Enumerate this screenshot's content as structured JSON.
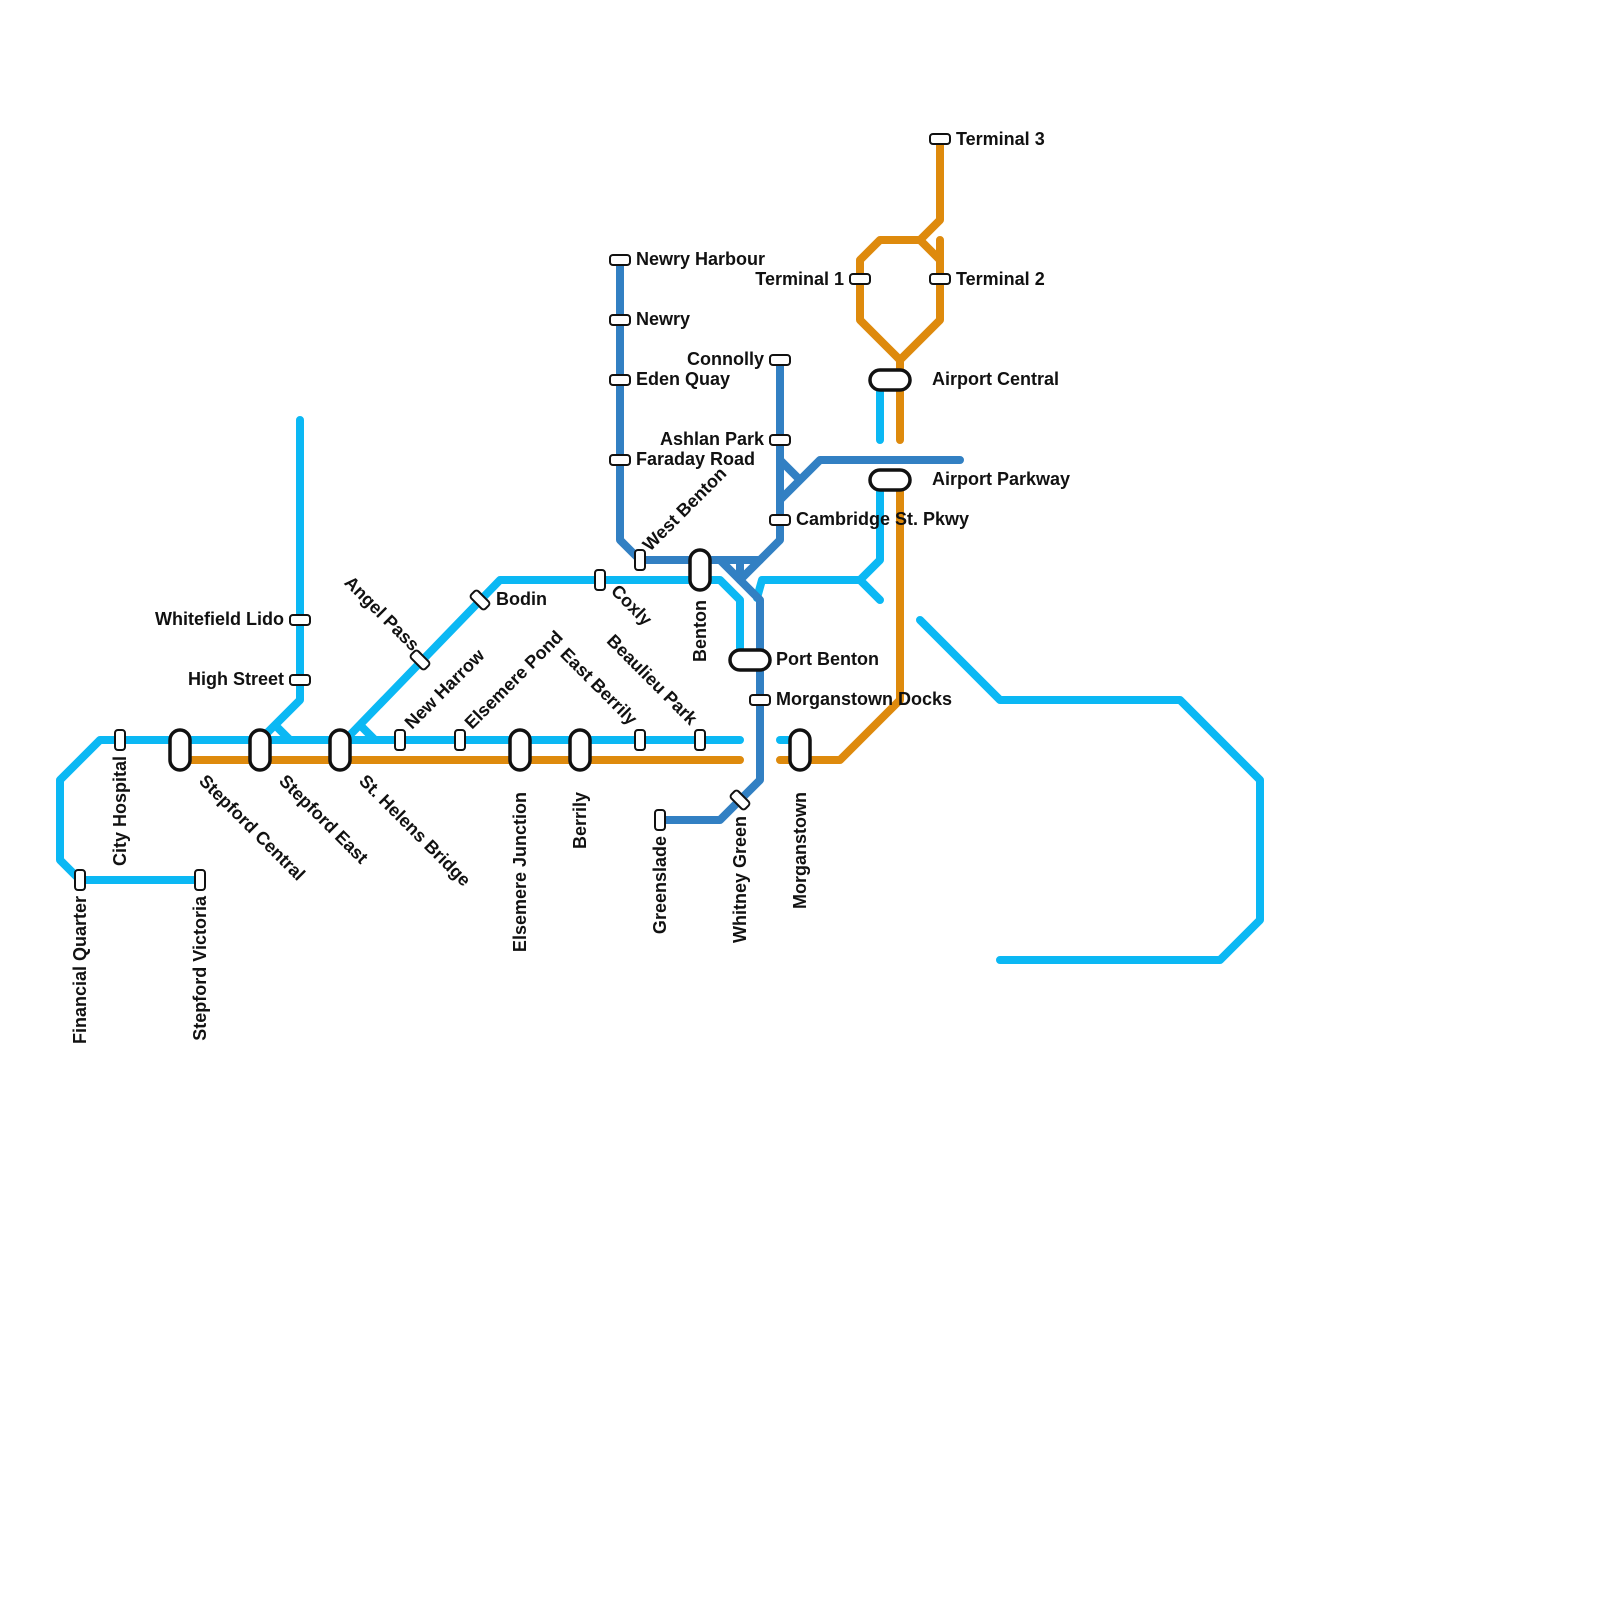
{
  "colors": {
    "light_blue": "#0BB8F4",
    "dark_blue": "#3280C3",
    "orange": "#DE8A0D"
  },
  "stations": {
    "terminal_3": "Terminal 3",
    "terminal_2": "Terminal 2",
    "terminal_1": "Terminal 1",
    "newry_harbour": "Newry Harbour",
    "newry": "Newry",
    "eden_quay": "Eden Quay",
    "faraday_road": "Faraday Road",
    "connolly": "Connolly",
    "ashlan_park": "Ashlan Park",
    "airport_central": "Airport Central",
    "airport_parkway": "Airport Parkway",
    "cambridge_st_pkwy": "Cambridge St. Pkwy",
    "west_benton": "West Benton",
    "benton": "Benton",
    "coxly": "Coxly",
    "bodin": "Bodin",
    "angel_pass": "Angel Pass",
    "new_harrow": "New Harrow",
    "elsemere_pond": "Elsemere Pond",
    "east_berrily": "East Berrily",
    "beaulieu_park": "Beaulieu Park",
    "port_benton": "Port Benton",
    "morganstown_docks": "Morganstown Docks",
    "whitefield_lido": "Whitefield Lido",
    "high_street": "High Street",
    "city_hospital": "City Hospital",
    "financial_quarter": "Financial Quarter",
    "stepford_victoria": "Stepford Victoria",
    "stepford_central": "Stepford Central",
    "stepford_east": "Stepford East",
    "st_helens_bridge": "St. Helens Bridge",
    "elsemere_junction": "Elsemere Junction",
    "berrily": "Berrily",
    "greenslade": "Greenslade",
    "whitney_green": "Whitney Green",
    "morganstown": "Morganstown"
  }
}
